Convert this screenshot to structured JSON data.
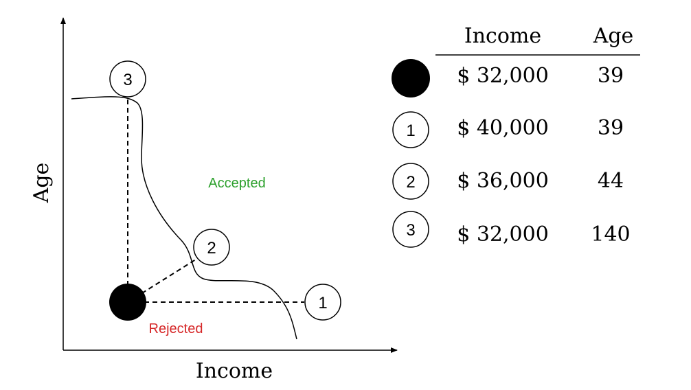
{
  "plot": {
    "x_axis_label": "Income",
    "y_axis_label": "Age",
    "accepted_label": "Accepted",
    "rejected_label": "Rejected",
    "accepted_color": "#2ca02c",
    "rejected_color": "#d62728",
    "original_point": {
      "marker": "filled-circle"
    },
    "counterfactuals": [
      {
        "label": "1"
      },
      {
        "label": "2"
      },
      {
        "label": "3"
      }
    ]
  },
  "table": {
    "columns": [
      "Income",
      "Age"
    ],
    "rows": [
      {
        "marker": "filled-circle",
        "marker_label": "",
        "income": "$ 32,000",
        "age": "39"
      },
      {
        "marker": "numbered-circle",
        "marker_label": "1",
        "income": "$ 40,000",
        "age": "39"
      },
      {
        "marker": "numbered-circle",
        "marker_label": "2",
        "income": "$ 36,000",
        "age": "44"
      },
      {
        "marker": "numbered-circle",
        "marker_label": "3",
        "income": "$ 32,000",
        "age": "140"
      }
    ]
  }
}
